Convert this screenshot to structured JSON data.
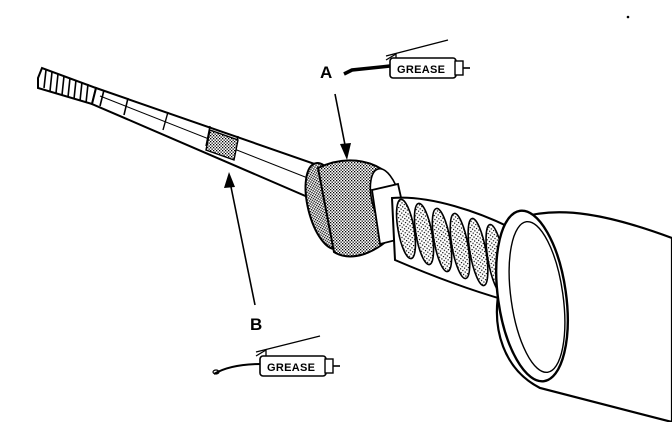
{
  "callouts": {
    "a": {
      "letter": "A",
      "grease_label": "GREASE"
    },
    "b": {
      "letter": "B",
      "grease_label": "GREASE"
    }
  },
  "colors": {
    "ink": "#000000",
    "paper": "#ffffff",
    "shade": "#8c8c8c"
  }
}
